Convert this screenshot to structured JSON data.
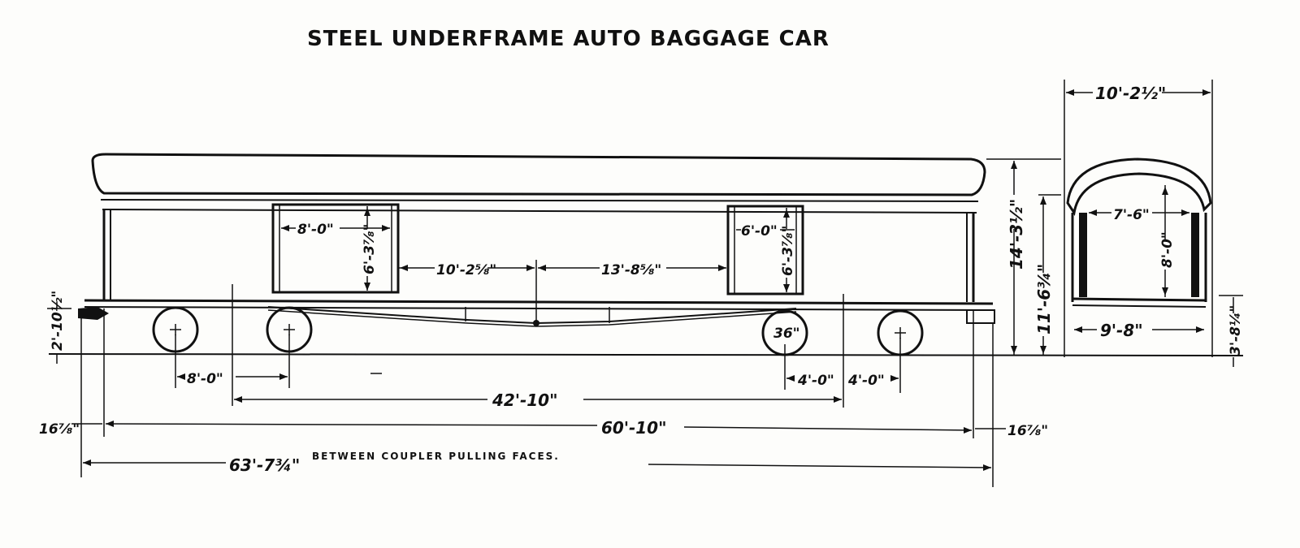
{
  "title": "STEEL UNDERFRAME AUTO BAGGAGE CAR",
  "dimensions": {
    "end_width": "10'-2½\"",
    "door_left_width": "8'-0\"",
    "door_left_height": "6'-3⅞\"",
    "door_right_width": "6'-0\"",
    "door_right_height": "6'-3⅞\"",
    "door_left_to_center": "10'-2⅝\"",
    "center_to_door_right": "13'-8⅝\"",
    "overall_height": "14'-3½\"",
    "eave_height": "11'-6¾\"",
    "end_door_width": "7'-6\"",
    "end_door_height": "8'-0\"",
    "truck_width": "9'-8\"",
    "floor_height": "3'-8¼\"",
    "coupler_height": "2'-10½\"",
    "left_wheelbase": "8'-0\"",
    "wheel_diameter": "36\"",
    "right_wheelbase_a": "4'-0\"",
    "right_wheelbase_b": "4'-0\"",
    "truck_centers": "42'-10\"",
    "body_length": "60'-10\"",
    "left_overhang": "16⅞\"",
    "right_overhang": "16⅞\"",
    "overall_length": "63'-7¾\""
  },
  "notes": {
    "coupler_note": "BETWEEN COUPLER PULLING FACES."
  }
}
